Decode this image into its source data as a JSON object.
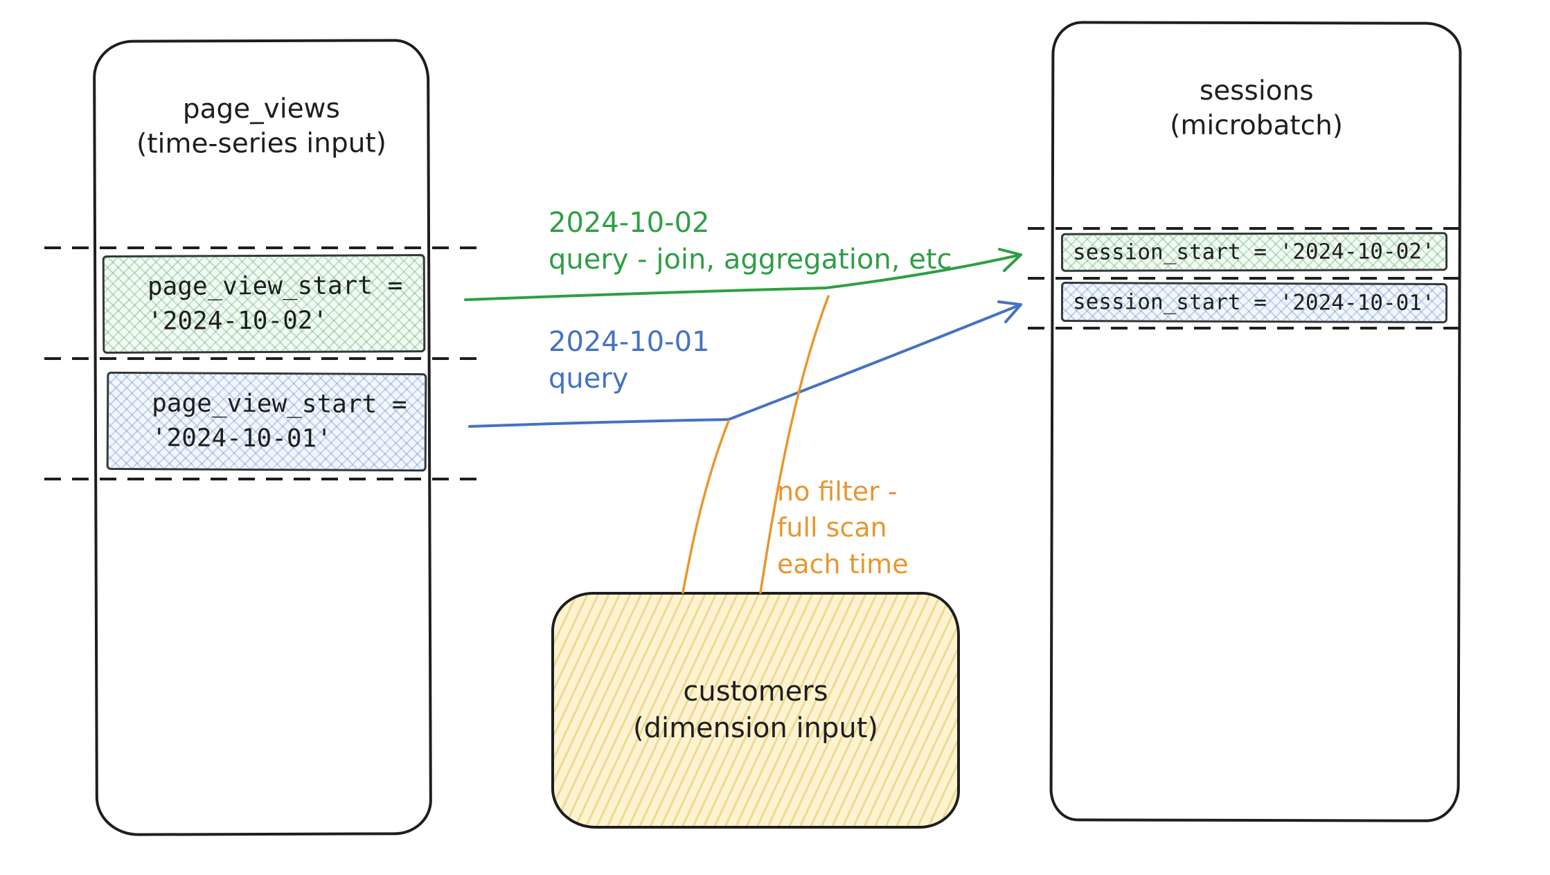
{
  "colors": {
    "ink": "#1e1e1e",
    "green": "#2f9e44",
    "blue": "#4472c4",
    "orange": "#e8962e",
    "yellow_fill": "#fdf3d0",
    "background": "#ffffff"
  },
  "left_table": {
    "title": "page_views",
    "subtitle": "(time-series input)",
    "rows": [
      {
        "line1": "page_view_start =",
        "line2": "'2024-10-02'"
      },
      {
        "line1": "page_view_start =",
        "line2": "'2024-10-01'"
      }
    ]
  },
  "right_table": {
    "title": "sessions",
    "subtitle": "(microbatch)",
    "rows": [
      {
        "label": "session_start = '2024-10-02'"
      },
      {
        "label": "session_start = '2024-10-01'"
      }
    ]
  },
  "dimension_table": {
    "title": "customers",
    "subtitle": "(dimension input)"
  },
  "annotations": {
    "green_query": [
      "2024-10-02",
      "query - join, aggregation, etc"
    ],
    "blue_query": [
      "2024-10-01",
      "query"
    ],
    "orange_note": [
      "no filter -",
      "full scan",
      "each time"
    ]
  }
}
